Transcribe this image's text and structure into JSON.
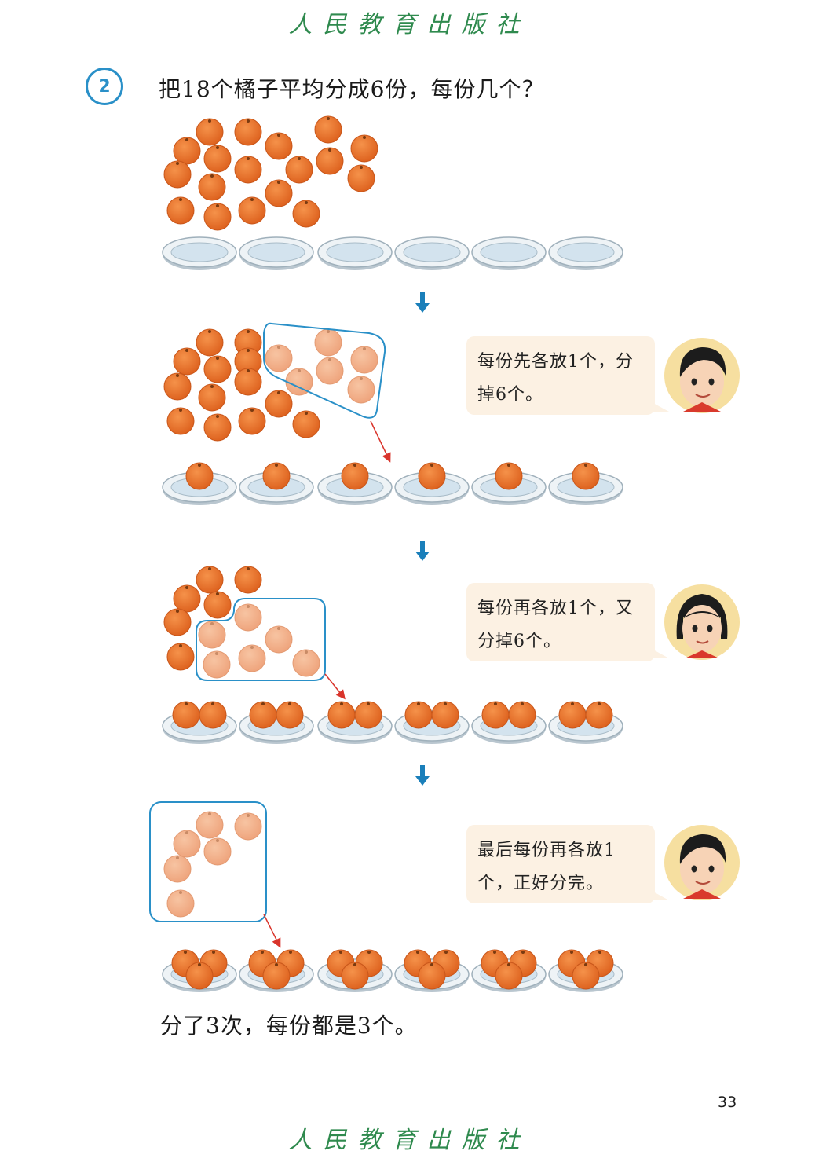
{
  "header": {
    "publisher": "人民教育出版社"
  },
  "problem": {
    "number": "2",
    "question": "把18个橘子平均分成6份，每份几个？"
  },
  "steps": [
    {
      "speech": "每份先各放1个，分掉6个。",
      "speaker": "boy"
    },
    {
      "speech": "每份再各放1个，又分掉6个。",
      "speaker": "girl"
    },
    {
      "speech": "最后每份再各放1个，正好分完。",
      "speaker": "boy"
    }
  ],
  "conclusion": "分了3次，每份都是3个。",
  "footer": {
    "page_number": "33",
    "publisher": "人民教育出版社"
  },
  "colors": {
    "orange": "#e8722e",
    "orange_faded": "#f2b089",
    "plate": "#d9e4ec",
    "arrow_blue": "#1a7fba",
    "group_outline": "#2a90c8",
    "pointer_red": "#d9342b",
    "bubble_bg": "#fcf1e3",
    "publisher_green": "#2f8a4e"
  },
  "icons": [
    "down-arrow-icon",
    "orange-icon",
    "plate-icon",
    "boy-avatar",
    "girl-avatar"
  ]
}
